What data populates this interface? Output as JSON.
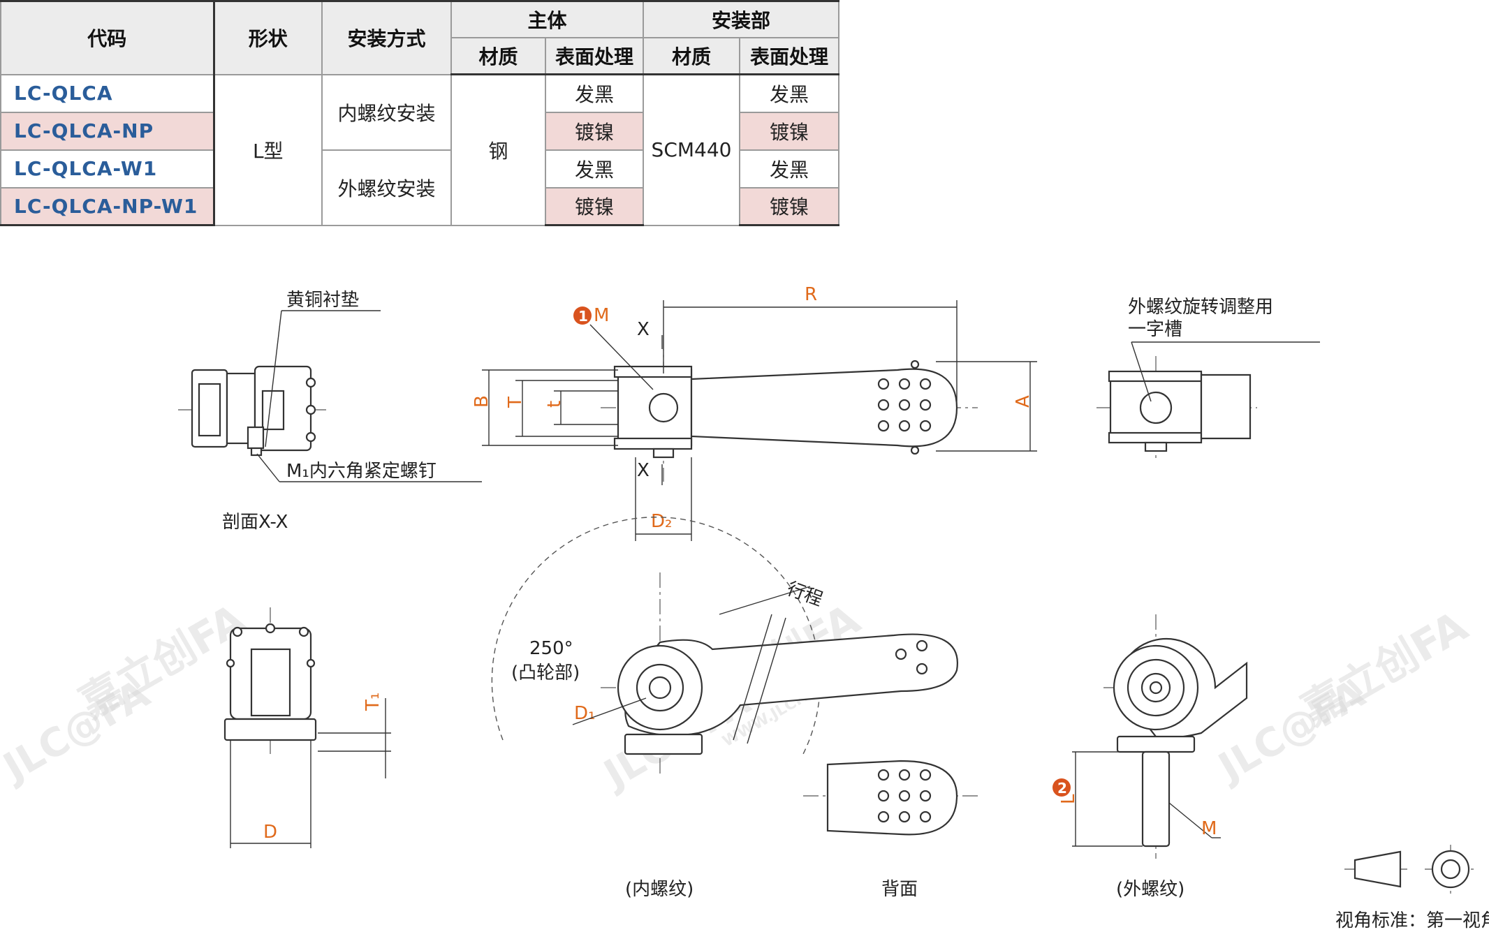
{
  "table": {
    "headers": {
      "code": "代码",
      "shape": "形状",
      "install": "安装方式",
      "body_group": "主体",
      "mount_group": "安装部",
      "material": "材质",
      "surface": "表面处理"
    },
    "rows": [
      {
        "code": "LC-QLCA",
        "body_surface": "发黑",
        "mount_surface": "发黑"
      },
      {
        "code": "LC-QLCA-NP",
        "body_surface": "镀镍",
        "mount_surface": "镀镍"
      },
      {
        "code": "LC-QLCA-W1",
        "body_surface": "发黑",
        "mount_surface": "发黑"
      },
      {
        "code": "LC-QLCA-NP-W1",
        "body_surface": "镀镍",
        "mount_surface": "镀镍"
      }
    ],
    "shape_value": "L型",
    "install_internal": "内螺纹安装",
    "install_external": "外螺纹安装",
    "body_material": "钢",
    "mount_material": "SCM440"
  },
  "drawing": {
    "brass_pad": "黄铜衬垫",
    "set_screw": "M₁内六角紧定螺钉",
    "section": "剖面X-X",
    "slot_line1": "外螺纹旋转调整用",
    "slot_line2": "一字槽",
    "stroke": "行程",
    "angle_line1": "250°",
    "angle_line2": "(凸轮部)",
    "internal": "(内螺纹)",
    "back": "背面",
    "external": "(外螺纹)",
    "projection": "视角标准：第一视角",
    "dims": {
      "R": "R",
      "A": "A",
      "B": "B",
      "T": "T",
      "t": "t",
      "X": "X",
      "M": "M",
      "D2": "D₂",
      "D1": "D₁",
      "T1": "T₁",
      "D": "D",
      "L": "L",
      "marker1": "1",
      "marker2": "2"
    },
    "watermark": "嘉立创FA",
    "watermark_brand": "JLC@FA",
    "watermark_url": "WWW.JLCFA.COM"
  }
}
